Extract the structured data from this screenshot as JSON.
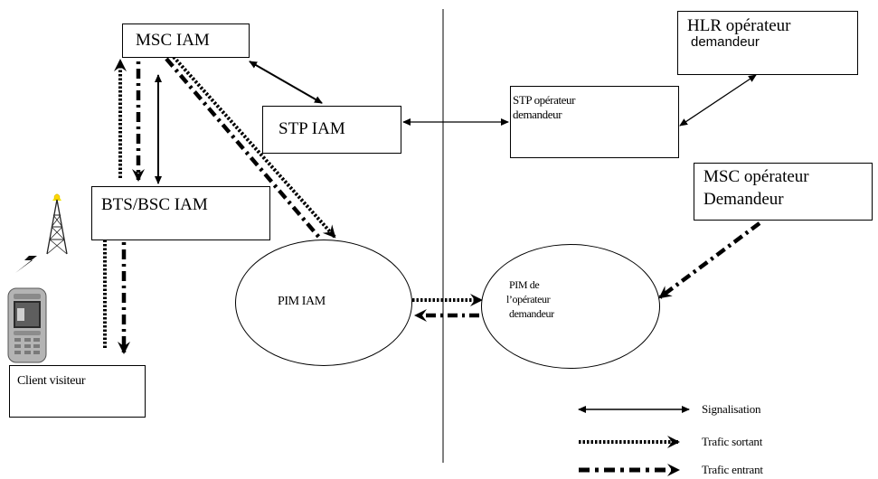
{
  "nodes": {
    "msc_iam": "MSC IAM",
    "stp_iam": "STP IAM",
    "bts_bsc_iam": "BTS/BSC IAM",
    "pim_iam": "PIM IAM",
    "stp_operateur": [
      "STP opérateur",
      "demandeur"
    ],
    "hlr_operateur": [
      "HLR opérateur",
      "demandeur"
    ],
    "msc_operateur": [
      "MSC opérateur",
      "Demandeur"
    ],
    "pim_operateur": [
      "PIM de",
      "l’opérateur",
      "demandeur"
    ],
    "client_visiteur": "Client visiteur"
  },
  "legend": {
    "signalisation": "Signalisation",
    "trafic_sortant": "Trafic sortant",
    "trafic_entrant": "Trafic entrant"
  }
}
